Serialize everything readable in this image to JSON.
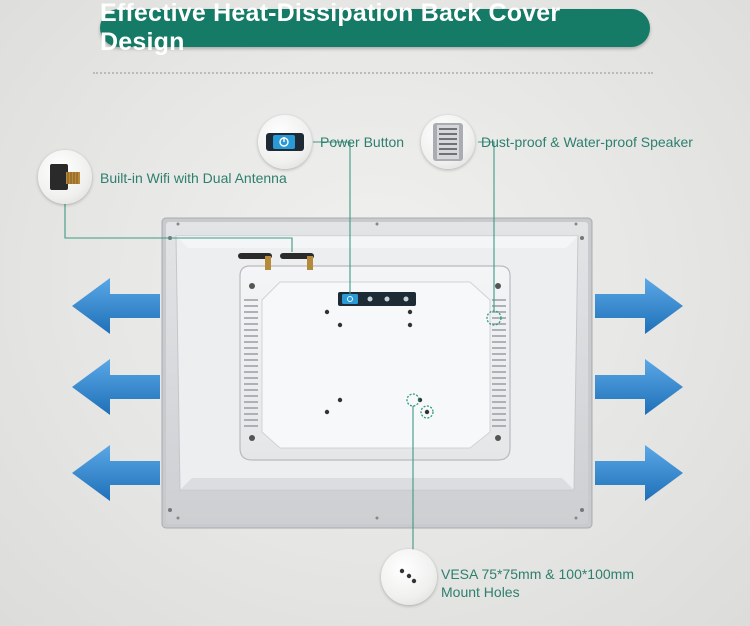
{
  "title": "Effective Heat-Dissipation Back Cover Design",
  "callouts": {
    "wifi": "Built-in Wifi with Dual Antenna",
    "power": "Power Button",
    "speaker": "Dust-proof & Water-proof Speaker",
    "vesa_line1": "VESA 75*75mm & 100*100mm",
    "vesa_line2": "Mount Holes"
  },
  "icons": {
    "wifi": "antenna-connector-icon",
    "power": "power-button-icon",
    "speaker": "speaker-grille-icon",
    "vesa": "mount-holes-icon",
    "arrows": "arrow-icon"
  },
  "colors": {
    "accent": "#157a66",
    "callout_text": "#2e7f6e",
    "arrow": "#2a7fc8"
  }
}
